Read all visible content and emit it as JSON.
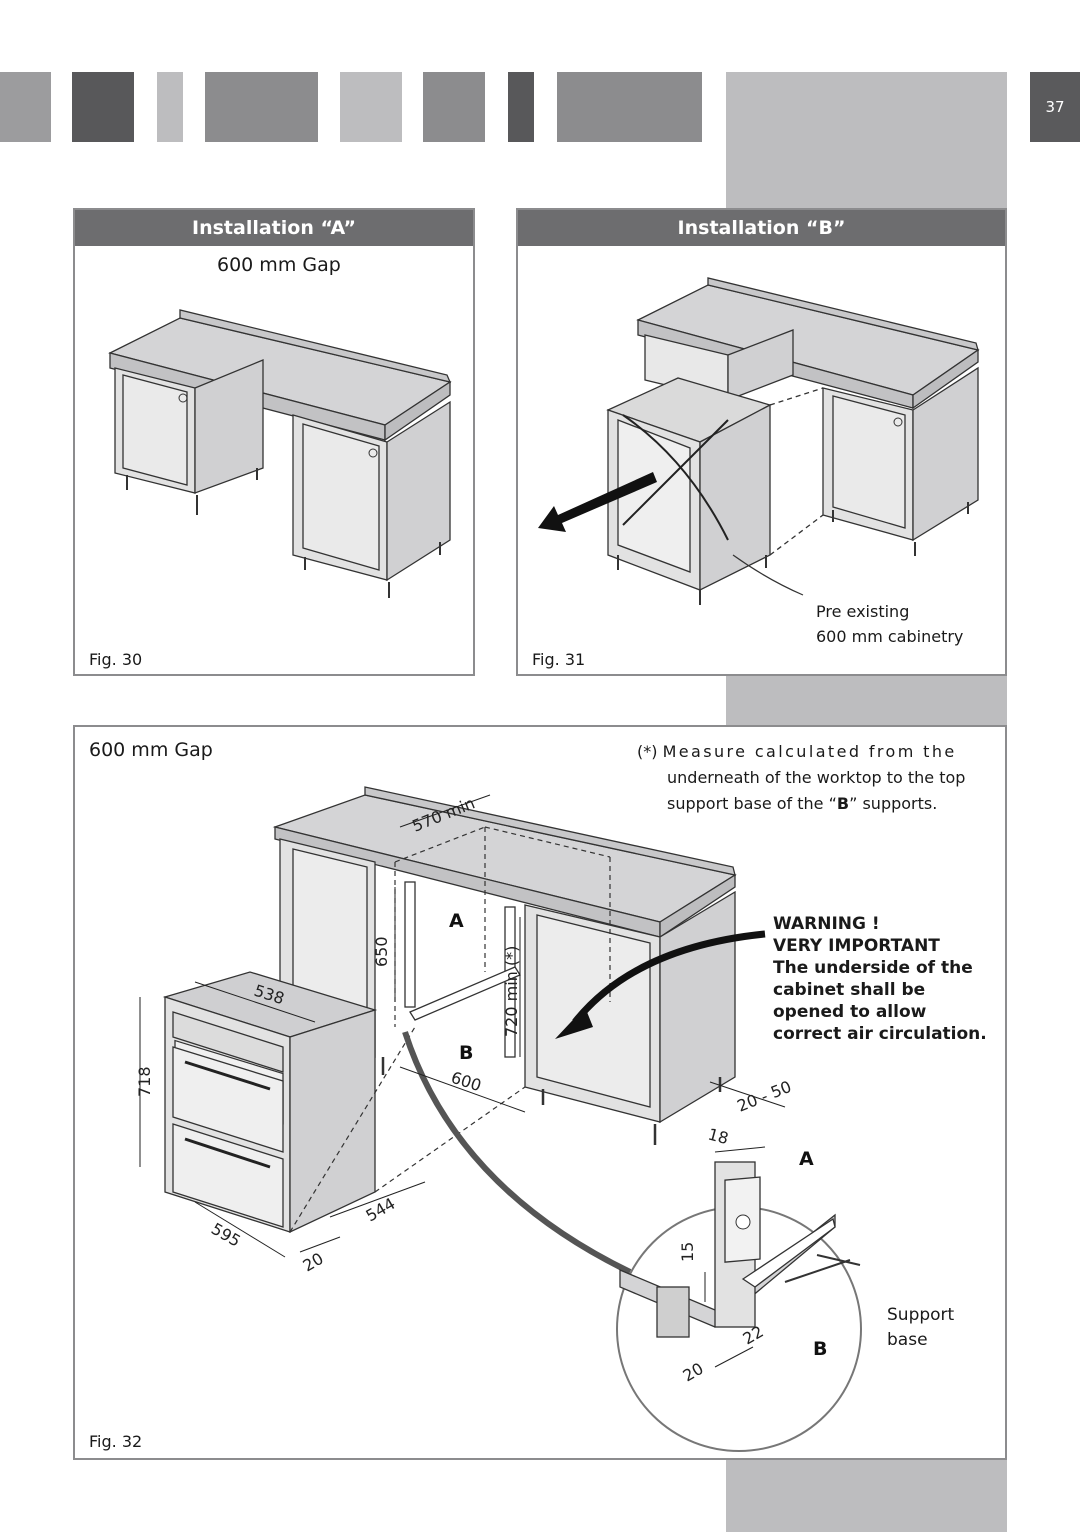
{
  "page_number": "37",
  "panel_a": {
    "title": "Installation “A”",
    "gap_label": "600 mm Gap",
    "fig_label": "Fig. 30"
  },
  "panel_b": {
    "title": "Installation “B”",
    "fig_label": "Fig. 31",
    "callout_line1": "Pre existing",
    "callout_line2": "600 mm cabinetry"
  },
  "panel_c": {
    "gap_label": "600 mm Gap",
    "fig_label": "Fig. 32",
    "note_marker": "(*)",
    "note_line1": "Measure calculated from the",
    "note_line2": "underneath of the worktop to the top",
    "note_line3_pre": "support base of the “",
    "note_line3_bold": "B",
    "note_line3_post": "” supports.",
    "warning_lines": [
      "WARNING !",
      "VERY IMPORTANT",
      "The underside of the",
      "cabinet shall be",
      "opened to allow",
      "correct air circulation."
    ],
    "dimensions": {
      "d570": "570 min",
      "d650": "650",
      "d720": "720 min (*)",
      "d538": "538",
      "d718": "718",
      "d600": "600",
      "d595": "595",
      "d544": "544",
      "d20": "20",
      "d20_50": "20 - 50",
      "d18": "18",
      "d15": "15",
      "d22": "22",
      "d20b": "20"
    },
    "labels": {
      "a": "A",
      "b": "B",
      "a_detail": "A",
      "b_detail": "B"
    },
    "support_line1": "Support",
    "support_line2": "base"
  },
  "colors": {
    "dark_block": "#5a5a5c",
    "mid_block": "#8c8c8e",
    "light_block": "#bdbdbf",
    "panel_head": "#6d6d6f",
    "cabinet_fill": "#e2e2e2",
    "worktop_fill": "#d4d4d6"
  }
}
